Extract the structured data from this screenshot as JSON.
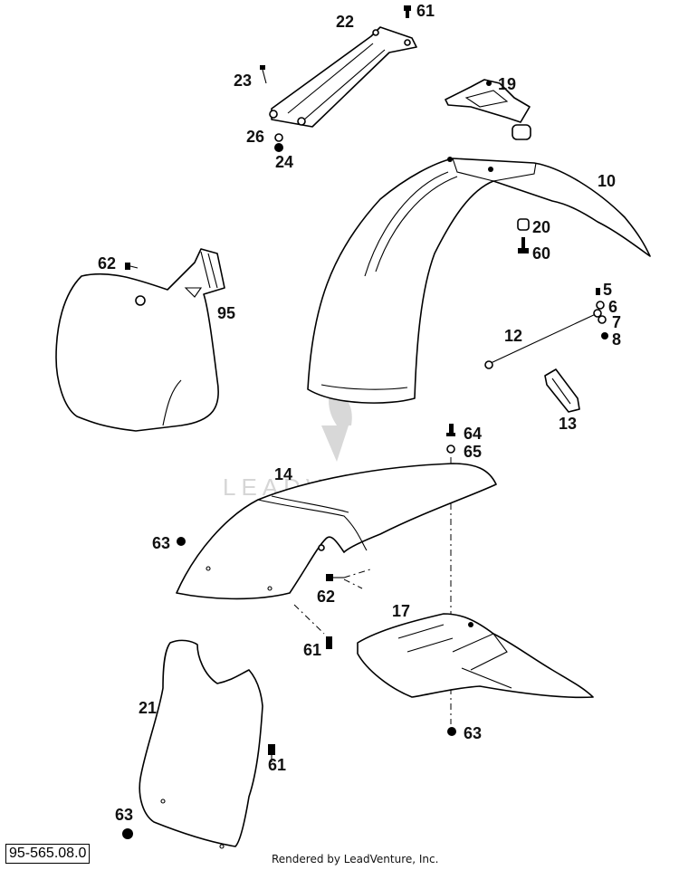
{
  "diagram": {
    "reference_code": "95-565.08.0",
    "footer": "Rendered by LeadVenture, Inc.",
    "watermark": "LEADVENTURE",
    "callouts": {
      "c22": "22",
      "c61a": "61",
      "c23": "23",
      "c19": "19",
      "c26": "26",
      "c24": "24",
      "c10": "10",
      "c20": "20",
      "c60": "60",
      "c62a": "62",
      "c95": "95",
      "c5": "5",
      "c6": "6",
      "c7": "7",
      "c8": "8",
      "c12": "12",
      "c13": "13",
      "c64": "64",
      "c65": "65",
      "c14": "14",
      "c63a": "63",
      "c62b": "62",
      "c17": "17",
      "c61b": "61",
      "c21": "21",
      "c61c": "61",
      "c63b": "63",
      "c63c": "63"
    }
  }
}
